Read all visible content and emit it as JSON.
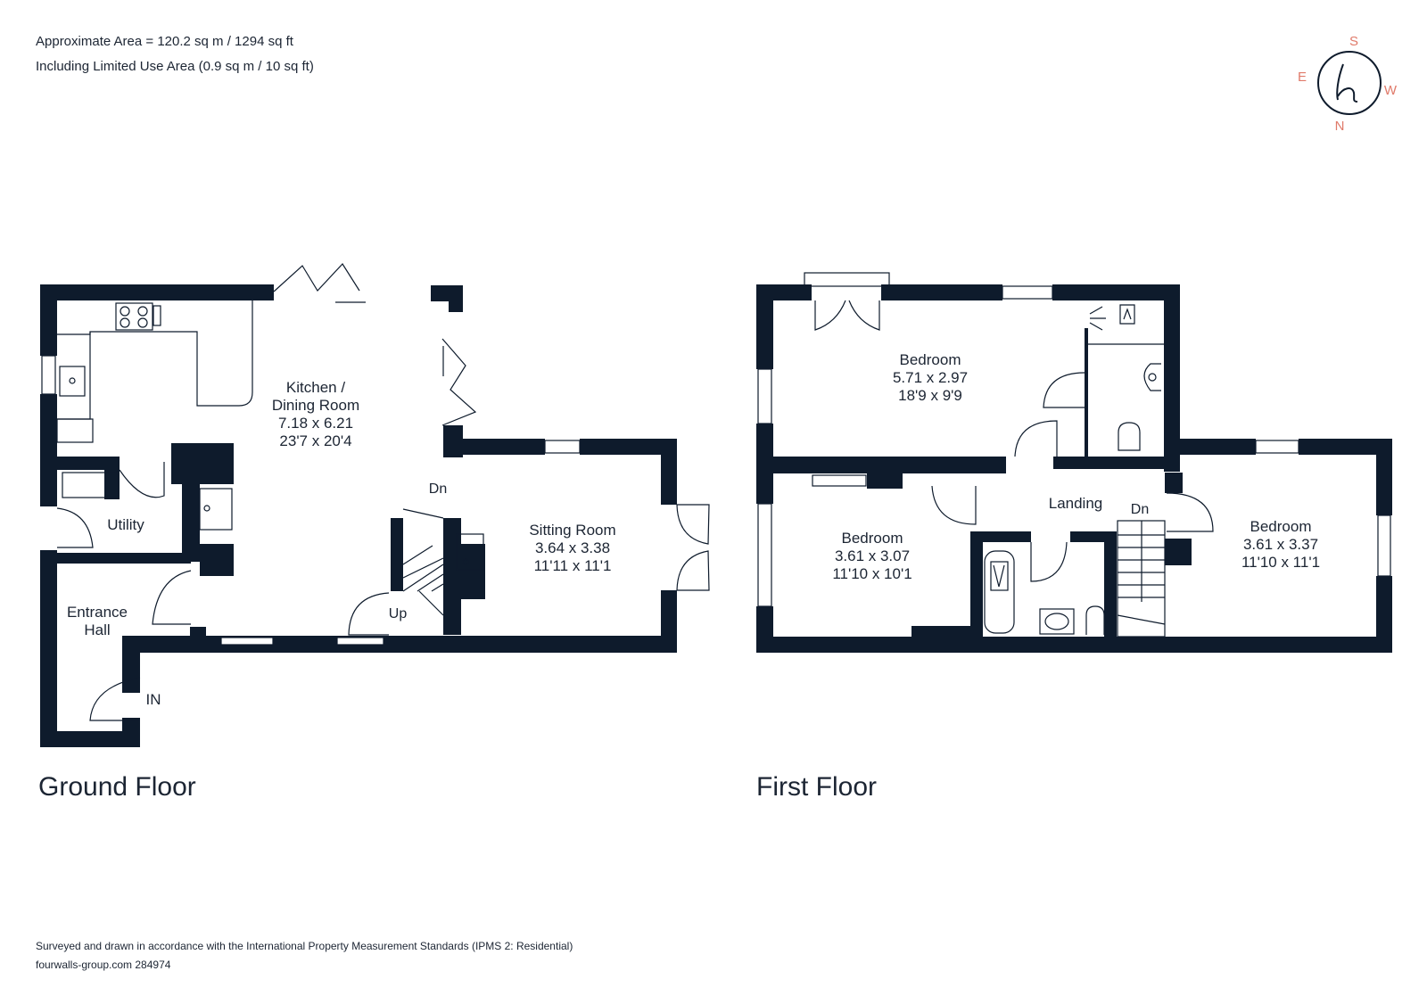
{
  "header": {
    "area_line": "Approximate Area = 120.2 sq m / 1294 sq ft",
    "limited_line": "Including Limited Use Area (0.9 sq m / 10 sq ft)"
  },
  "compass": {
    "s": "S",
    "e": "E",
    "w": "W",
    "n": "N",
    "logo_letter": "h",
    "accent": "#e07a6a"
  },
  "ground_floor": {
    "title": "Ground Floor",
    "kitchen": {
      "name1": "Kitchen /",
      "name2": "Dining Room",
      "metric": "7.18 x 6.21",
      "imperial": "23'7 x 20'4"
    },
    "sitting": {
      "name": "Sitting Room",
      "metric": "3.64 x 3.38",
      "imperial": "11'11 x 11'1"
    },
    "utility": {
      "name": "Utility"
    },
    "entrance": {
      "name1": "Entrance",
      "name2": "Hall"
    },
    "stair_up": "Up",
    "stair_dn": "Dn",
    "entry": "IN"
  },
  "first_floor": {
    "title": "First Floor",
    "bedroom1": {
      "name": "Bedroom",
      "metric": "5.71 x 2.97",
      "imperial": "18'9 x 9'9"
    },
    "bedroom2": {
      "name": "Bedroom",
      "metric": "3.61 x 3.07",
      "imperial": "11'10 x 10'1"
    },
    "bedroom3": {
      "name": "Bedroom",
      "metric": "3.61 x 3.37",
      "imperial": "11'10 x 11'1"
    },
    "landing": "Landing",
    "stair_dn": "Dn"
  },
  "footer": {
    "standards": "Surveyed and drawn in accordance with the International Property Measurement Standards (IPMS 2: Residential)",
    "ref": "fourwalls-group.com 284974"
  },
  "colors": {
    "wall": "#0e1b2c",
    "text": "#1c2533"
  }
}
